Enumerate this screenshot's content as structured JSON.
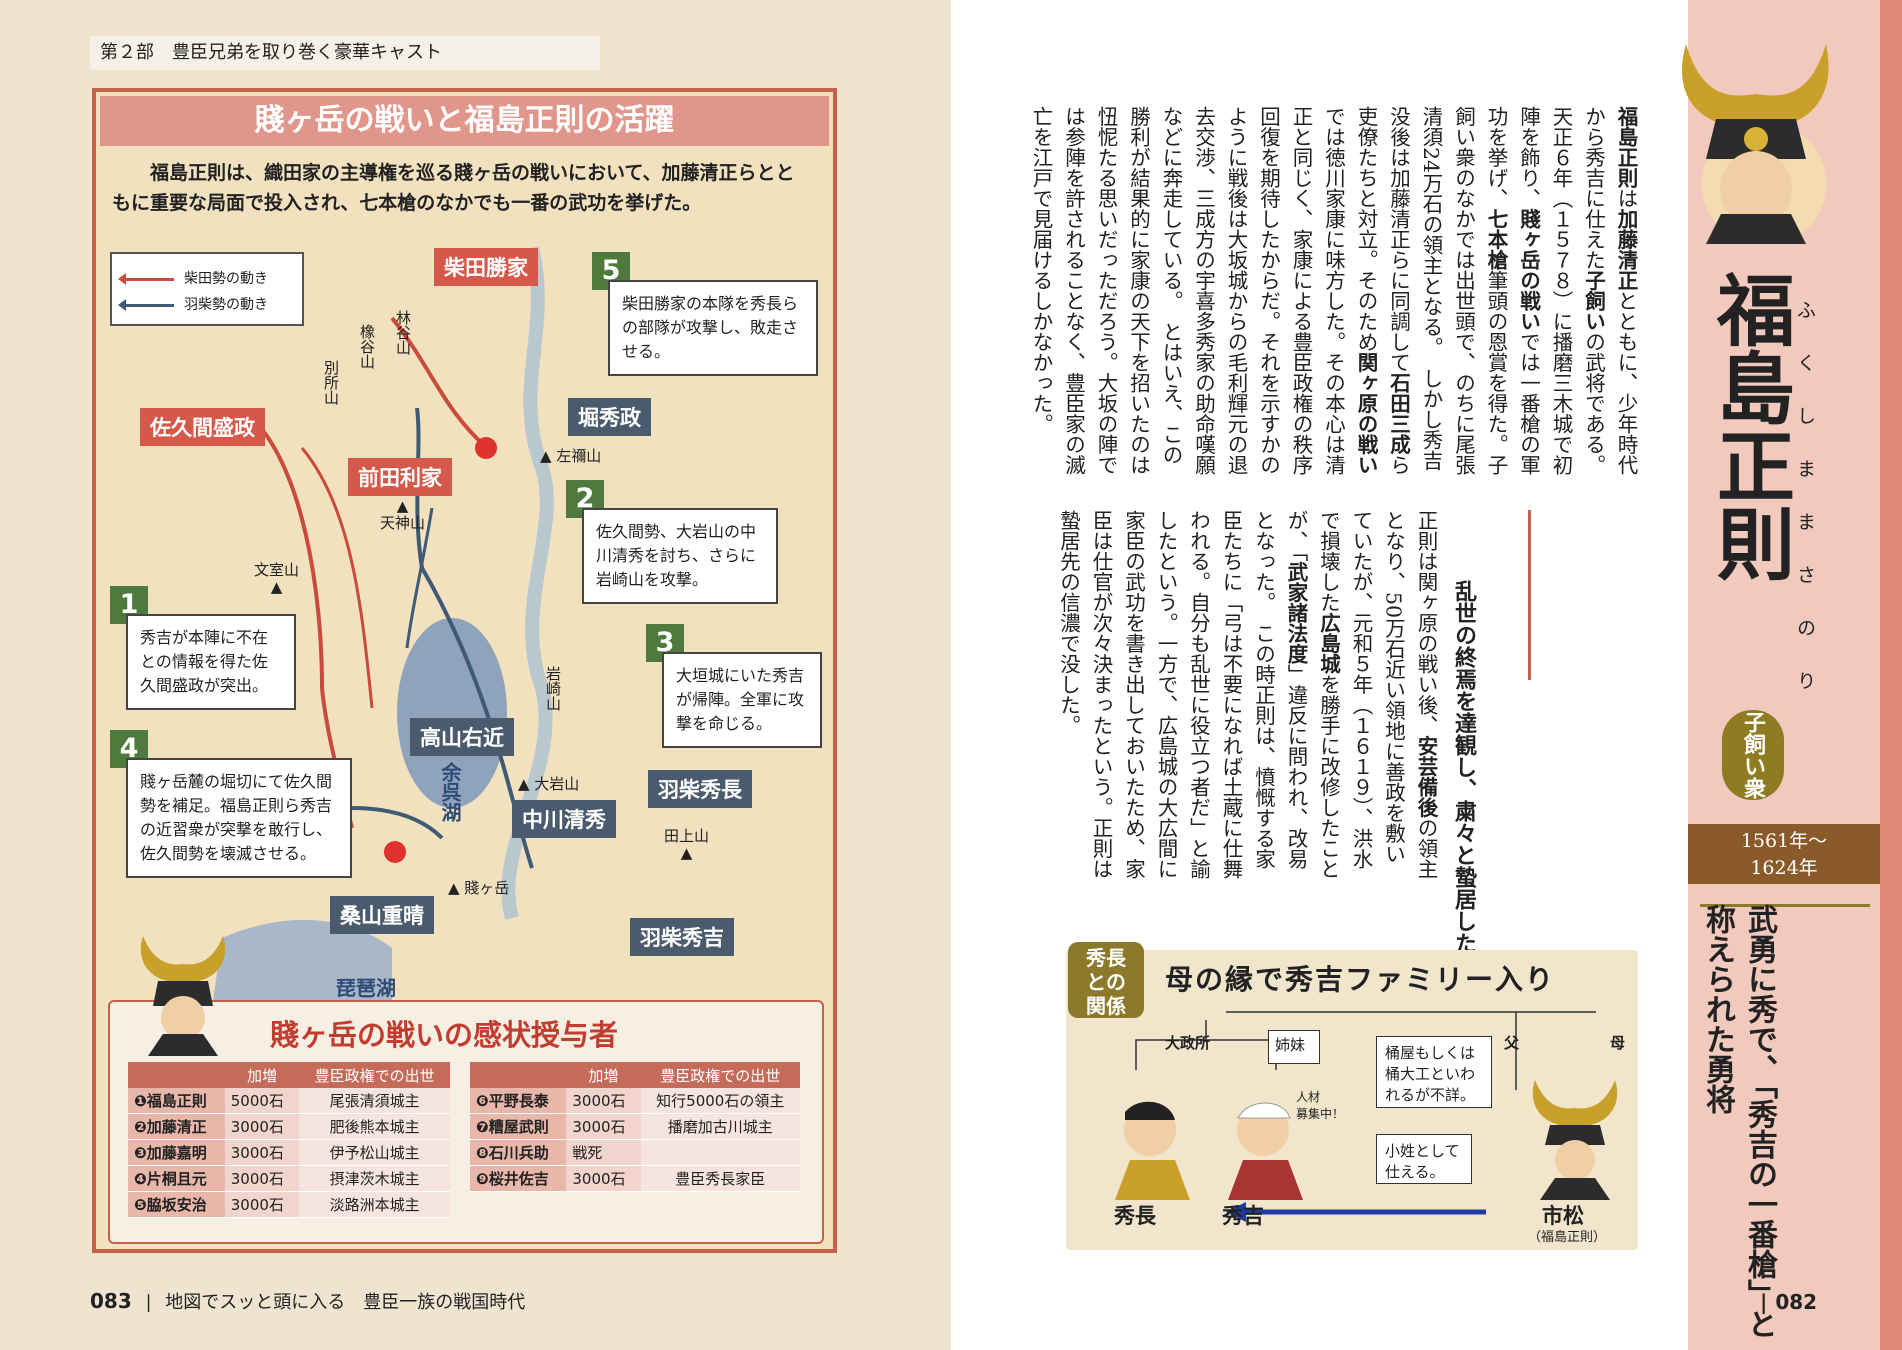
{
  "left": {
    "section_header": "第２部　豊臣兄弟を取り巻く豪華キャスト",
    "map_title": "賤ヶ岳の戦いと福島正則の活躍",
    "intro": "福島正則は、織田家の主導権を巡る賤ヶ岳の戦いにおいて、加藤清正らとともに重要な局面で投入され、七本槍のなかでも一番の武功を挙げた。",
    "legend": {
      "shibata": "柴田勢の動き",
      "hashiba": "羽柴勢の動き",
      "shibata_color": "#c94b3b",
      "hashiba_color": "#3f5a73"
    },
    "labels": {
      "shibata_katsuie": "柴田勝家",
      "sakuma_morimasa": "佐久間盛政",
      "maeda_toshiie": "前田利家",
      "hori_hidemasa": "堀秀政",
      "takayama_ukon": "高山右近",
      "nakagawa_kiyohide": "中川清秀",
      "hashiba_hidenaga": "羽柴秀長",
      "kuwayama_shigeharu": "桑山重晴",
      "hashiba_hideyoshi": "羽柴秀吉"
    },
    "mountains": {
      "hayashidani": "林谷山",
      "kunugidani": "橡谷山",
      "bessho": "別所山",
      "hidarinegi": "▲ 左禰山",
      "tenjin": "▲\n天神山",
      "bunmuro": "文室山\n▲",
      "iwasaki": "岩崎山",
      "oiwa": "▲ 大岩山",
      "tagami": "田上山\n▲",
      "shizugatake": "▲ 賤ヶ岳"
    },
    "lakes": {
      "yogo": "余呉湖",
      "biwa": "琵琶湖"
    },
    "steps": [
      {
        "no": "1",
        "text": "秀吉が本陣に不在との情報を得た佐久間盛政が突出。"
      },
      {
        "no": "2",
        "text": "佐久間勢、大岩山の中川清秀を討ち、さらに岩崎山を攻撃。"
      },
      {
        "no": "3",
        "text": "大垣城にいた秀吉が帰陣。全軍に攻撃を命じる。"
      },
      {
        "no": "4",
        "text": "賤ヶ岳麓の堀切にて佐久間勢を補足。福島正則ら秀吉の近習衆が突撃を敢行し、佐久間勢を壊滅させる。"
      },
      {
        "no": "5",
        "text": "柴田勝家の本隊を秀長らの部隊が攻撃し、敗走させる。"
      }
    ],
    "award": {
      "title": "賤ヶ岳の戦いの感状授与者",
      "headers": [
        "",
        "加増",
        "豊臣政権での出世"
      ],
      "rows_left": [
        [
          "❶福島正則",
          "5000石",
          "尾張清須城主"
        ],
        [
          "❷加藤清正",
          "3000石",
          "肥後熊本城主"
        ],
        [
          "❸加藤嘉明",
          "3000石",
          "伊予松山城主"
        ],
        [
          "❹片桐且元",
          "3000石",
          "摂津茨木城主"
        ],
        [
          "❺脇坂安治",
          "3000石",
          "淡路洲本城主"
        ]
      ],
      "rows_right": [
        [
          "❻平野長泰",
          "3000石",
          "知行5000石の領主"
        ],
        [
          "❼糟屋武則",
          "3000石",
          "播磨加古川城主"
        ],
        [
          "❽石川兵助",
          "戦死",
          ""
        ],
        [
          "❾桜井佐吉",
          "3000石",
          "豊臣秀長家臣"
        ]
      ]
    },
    "footer_page": "083",
    "footer_title": "地図でスッと頭に入る　豊臣一族の戦国時代"
  },
  "right": {
    "name": "福島正則",
    "ruby": "ふくしままさのり",
    "group": "子飼い衆",
    "years": "1561年〜\n1624年",
    "catchphrase": "武勇に秀で、「秀吉の一番槍」と称えられた勇将",
    "body1_a": "福島正則",
    "body1_b": "は",
    "body1_c": "加藤清正",
    "body1_d": "とともに、少年時代から秀吉に仕えた",
    "body1_e": "子飼い",
    "body1_f": "の武将である。天正６年（１５７８）に播磨三木城で初陣を飾り、",
    "body1_g": "賤ヶ岳の戦い",
    "body1_h": "では一番槍の軍功を挙げ、",
    "body1_i": "七本槍",
    "body1_j": "筆頭の恩賞を得た。子飼い衆のなかでは出世頭で、のちに尾張清須24万石の領主となる。　しかし秀吉没後は加藤清正らに同調して",
    "body1_k": "石田三成",
    "body1_l": "ら吏僚たちと対立。そのため",
    "body1_m": "関ヶ原の戦い",
    "body1_n": "では徳川家康に味方した。その本心は清正と同じく、家康による豊臣政権の秩序回復を期待したからだ。それを示すかのように戦後は大坂城からの毛利輝元の退去交渉、三成方の宇喜多秀家の助命嘆願などに奔走している。　とはいえ、この勝利が結果的に家康の天下を招いたのは忸怩たる思いだっただろう。大坂の陣では参陣を許されることなく、豊臣家の滅亡を江戸で見届けるしかなかった。",
    "subhead": "乱世の終焉を達観し、粛々と蟄居した正則",
    "body2_a": "正則は関ヶ原の戦い後、",
    "body2_b": "安芸備後",
    "body2_c": "の領主となり、50万石近い領地に善政を敷いていたが、元和５年（１６１９）、洪水で損壊した",
    "body2_d": "広島城",
    "body2_e": "を勝手に改修したことが、「",
    "body2_f": "武家諸法度",
    "body2_g": "」違反に問われ、改易となった。　この時正則は、憤慨する家臣たちに「弓は不要になれば土蔵に仕舞われる。自分も乱世に役立つ者だ」と諭したという。一方で、広島城の大広間に家臣の武功を書き出しておいたため、家臣は仕官が次々決まったという。正則は蟄居先の信濃で没した。",
    "relation": {
      "badge": "秀長\nとの\n関係",
      "title": "母の縁で秀吉ファミリー入り",
      "daimandokoro": "大政所",
      "sibling": "姉妹",
      "father": "父",
      "mother": "母",
      "note1": "桶屋もしくは桶大工といわれるが不詳。",
      "note2": "小姓として仕える。",
      "recruit": "人材\n募集中！",
      "hidenaga": "秀長",
      "hideyoshi": "秀吉",
      "ichimatsu": "市松",
      "ichimatsu_sub": "（福島正則）"
    },
    "footer_page": "082"
  }
}
